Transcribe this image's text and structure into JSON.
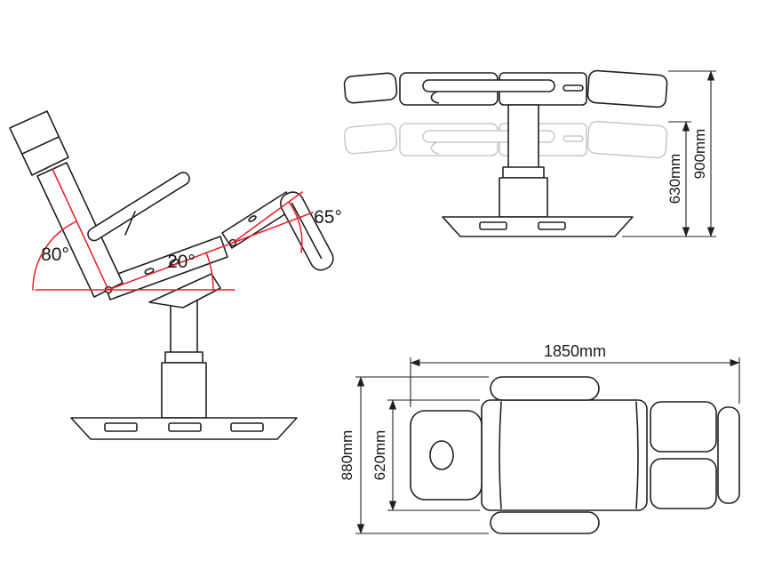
{
  "reclined_view": {
    "backrest_angle": "80°",
    "seat_tilt_angle": "20°",
    "legrest_angle": "65°"
  },
  "elevation_view": {
    "min_height": "630mm",
    "max_height": "900mm"
  },
  "top_view": {
    "overall_length": "1850mm",
    "overall_width": "880mm",
    "bed_width": "620mm"
  },
  "colors": {
    "bg": "#ffffff",
    "line": "#231f20",
    "accent": "#ed1c24",
    "ghost": "#c8c8c8",
    "text": "#1a1a1a"
  }
}
